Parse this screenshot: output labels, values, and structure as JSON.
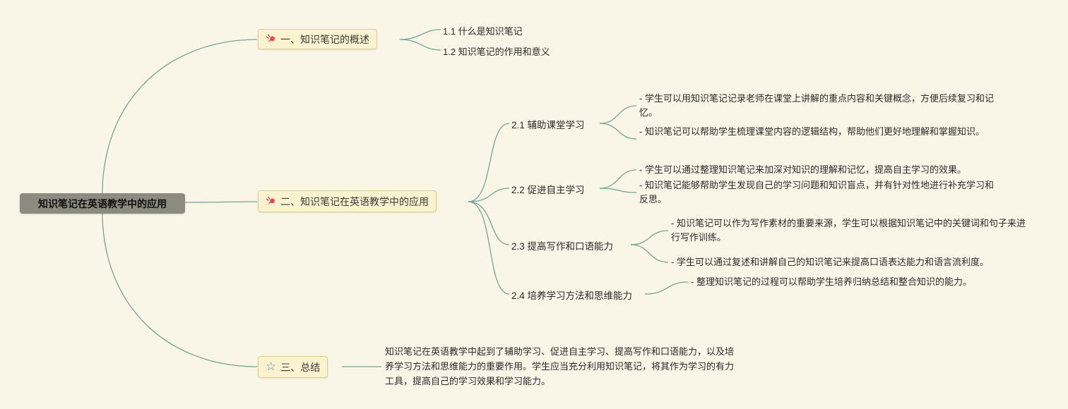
{
  "root": {
    "label": "知识笔记在英语教学中的应用"
  },
  "icons": {
    "priority_icon_name": "pin-icon",
    "summary_icon_name": "star-icon",
    "star_glyph": "☆"
  },
  "colors": {
    "background": "#f9f5e7",
    "connector": "#74a694",
    "topic_box_bg": "#fbf3cf",
    "topic_box_border": "#ddce8f",
    "root_bg": "#8b8b80",
    "pin_icon": "#e5485a",
    "star_icon": "#3f8cd5"
  },
  "branches": [
    {
      "label": "一、知识笔记的概述",
      "children": [
        {
          "label": "1.1 什么是知识笔记"
        },
        {
          "label": "1.2 知识笔记的作用和意义"
        }
      ]
    },
    {
      "label": "二、知识笔记在英语教学中的应用",
      "children": [
        {
          "label": "2.1 辅助课堂学习",
          "details": [
            "- 学生可以用知识笔记记录老师在课堂上讲解的重点内容和关键概念，方便后续复习和记忆。",
            "- 知识笔记可以帮助学生梳理课堂内容的逻辑结构，帮助他们更好地理解和掌握知识。"
          ]
        },
        {
          "label": "2.2 促进自主学习",
          "details": [
            "- 学生可以通过整理知识笔记来加深对知识的理解和记忆，提高自主学习的效果。",
            "- 知识笔记能够帮助学生发现自己的学习问题和知识盲点，并有针对性地进行补充学习和反思。"
          ]
        },
        {
          "label": "2.3 提高写作和口语能力",
          "details": [
            "- 知识笔记可以作为写作素材的重要来源，学生可以根据知识笔记中的关键词和句子来进行写作训练。",
            "- 学生可以通过复述和讲解自己的知识笔记来提高口语表达能力和语言流利度。"
          ]
        },
        {
          "label": "2.4 培养学习方法和思维能力",
          "details": [
            "- 整理知识笔记的过程可以帮助学生培养归纳总结和整合知识的能力。"
          ]
        }
      ]
    },
    {
      "label": "三、总结",
      "summary": "知识笔记在英语教学中起到了辅助学习、促进自主学习、提高写作和口语能力，以及培养学习方法和思维能力的重要作用。学生应当充分利用知识笔记，将其作为学习的有力工具，提高自己的学习效果和学习能力。"
    }
  ]
}
